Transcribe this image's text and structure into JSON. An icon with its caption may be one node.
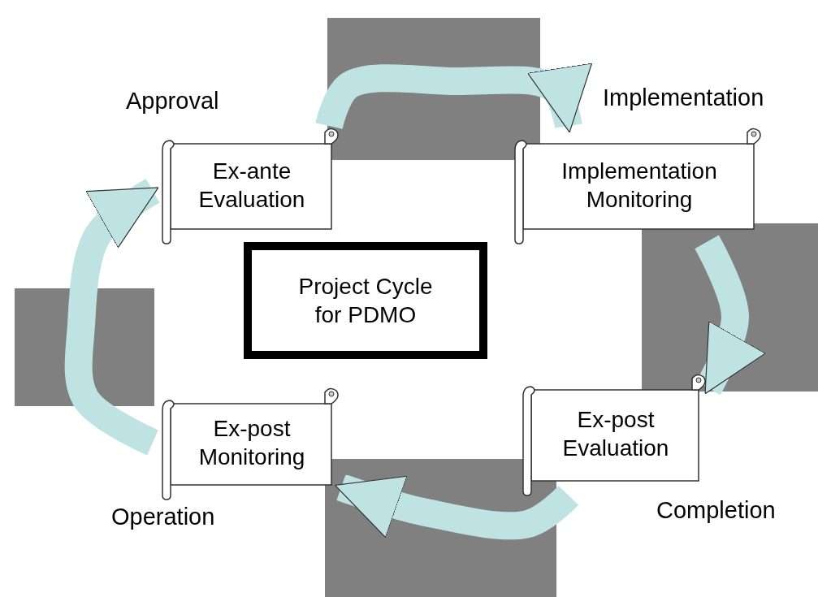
{
  "diagram": {
    "nodes": [
      {
        "text": [
          "Ex-ante Evaluation"
        ],
        "beside": [
          "Approval"
        ]
      },
      {
        "text": [
          "Implementation Monitoring"
        ],
        "beside": [
          "Implementation"
        ]
      },
      {
        "text": [
          "Ex-post Evaluation"
        ],
        "beside": [
          "Completion"
        ]
      },
      {
        "text": [
          "Ex-post Monitoring"
        ],
        "beside": [
          "Operation"
        ]
      },
      {
        "text": [
          "Project Cycle for PDMO"
        ]
      }
    ],
    "edges": [
      {
        "from": 0,
        "to": 1,
        "arrow": "to"
      },
      {
        "from": 1,
        "to": 2,
        "arrow": "to"
      },
      {
        "from": 2,
        "to": 3,
        "arrow": "to"
      },
      {
        "from": 3,
        "to": 0,
        "arrow": "to"
      }
    ]
  }
}
